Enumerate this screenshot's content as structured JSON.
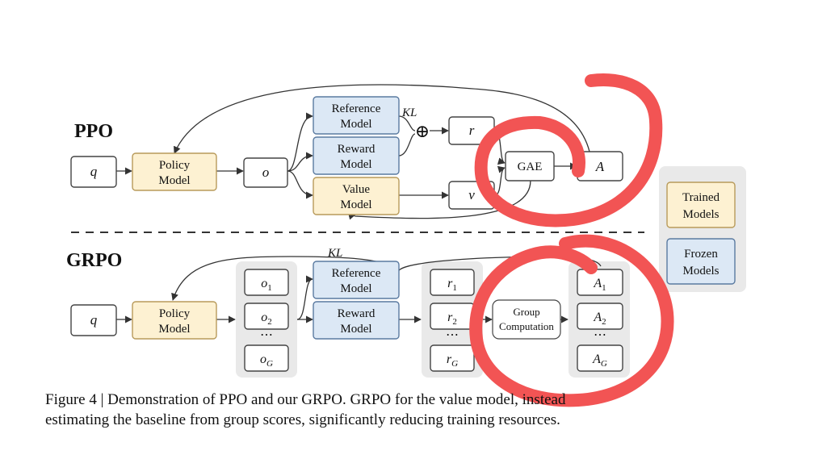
{
  "ppo": {
    "label": "PPO",
    "q": "q",
    "policy": [
      "Policy",
      "Model"
    ],
    "o": "o",
    "reference": [
      "Reference",
      "Model"
    ],
    "reward": [
      "Reward",
      "Model"
    ],
    "value": [
      "Value",
      "Model"
    ],
    "kl": "KL",
    "plus": "⊕",
    "r": "r",
    "v": "v",
    "gae": "GAE",
    "a": "A"
  },
  "grpo": {
    "label": "GRPO",
    "q": "q",
    "policy": [
      "Policy",
      "Model"
    ],
    "kl": "KL",
    "outputs": [
      "o",
      "1",
      "o",
      "2",
      "⋯",
      "o",
      "G"
    ],
    "reference": [
      "Reference",
      "Model"
    ],
    "reward": [
      "Reward",
      "Model"
    ],
    "rewards": [
      "r",
      "1",
      "r",
      "2",
      "⋯",
      "r",
      "G"
    ],
    "group": [
      "Group",
      "Computation"
    ],
    "advantages": [
      "A",
      "1",
      "A",
      "2",
      "⋯",
      "A",
      "G"
    ]
  },
  "legend": {
    "trained": [
      "Trained",
      "Models"
    ],
    "frozen": [
      "Frozen",
      "Models"
    ]
  },
  "caption": {
    "line1": "Figure 4 | Demonstration of PPO and our GRPO. GRPO for    the value model, instead",
    "line2": "estimating the baseline from group scores, significantly reducing training resources."
  },
  "colors": {
    "trained_fill": "#fdf1d2",
    "trained_stroke": "#b89a5a",
    "frozen_fill": "#dce8f5",
    "frozen_stroke": "#5a7aa0",
    "plain_stroke": "#444444",
    "group_bg": "#e9e9e9",
    "annotation_red": "#f25454"
  }
}
